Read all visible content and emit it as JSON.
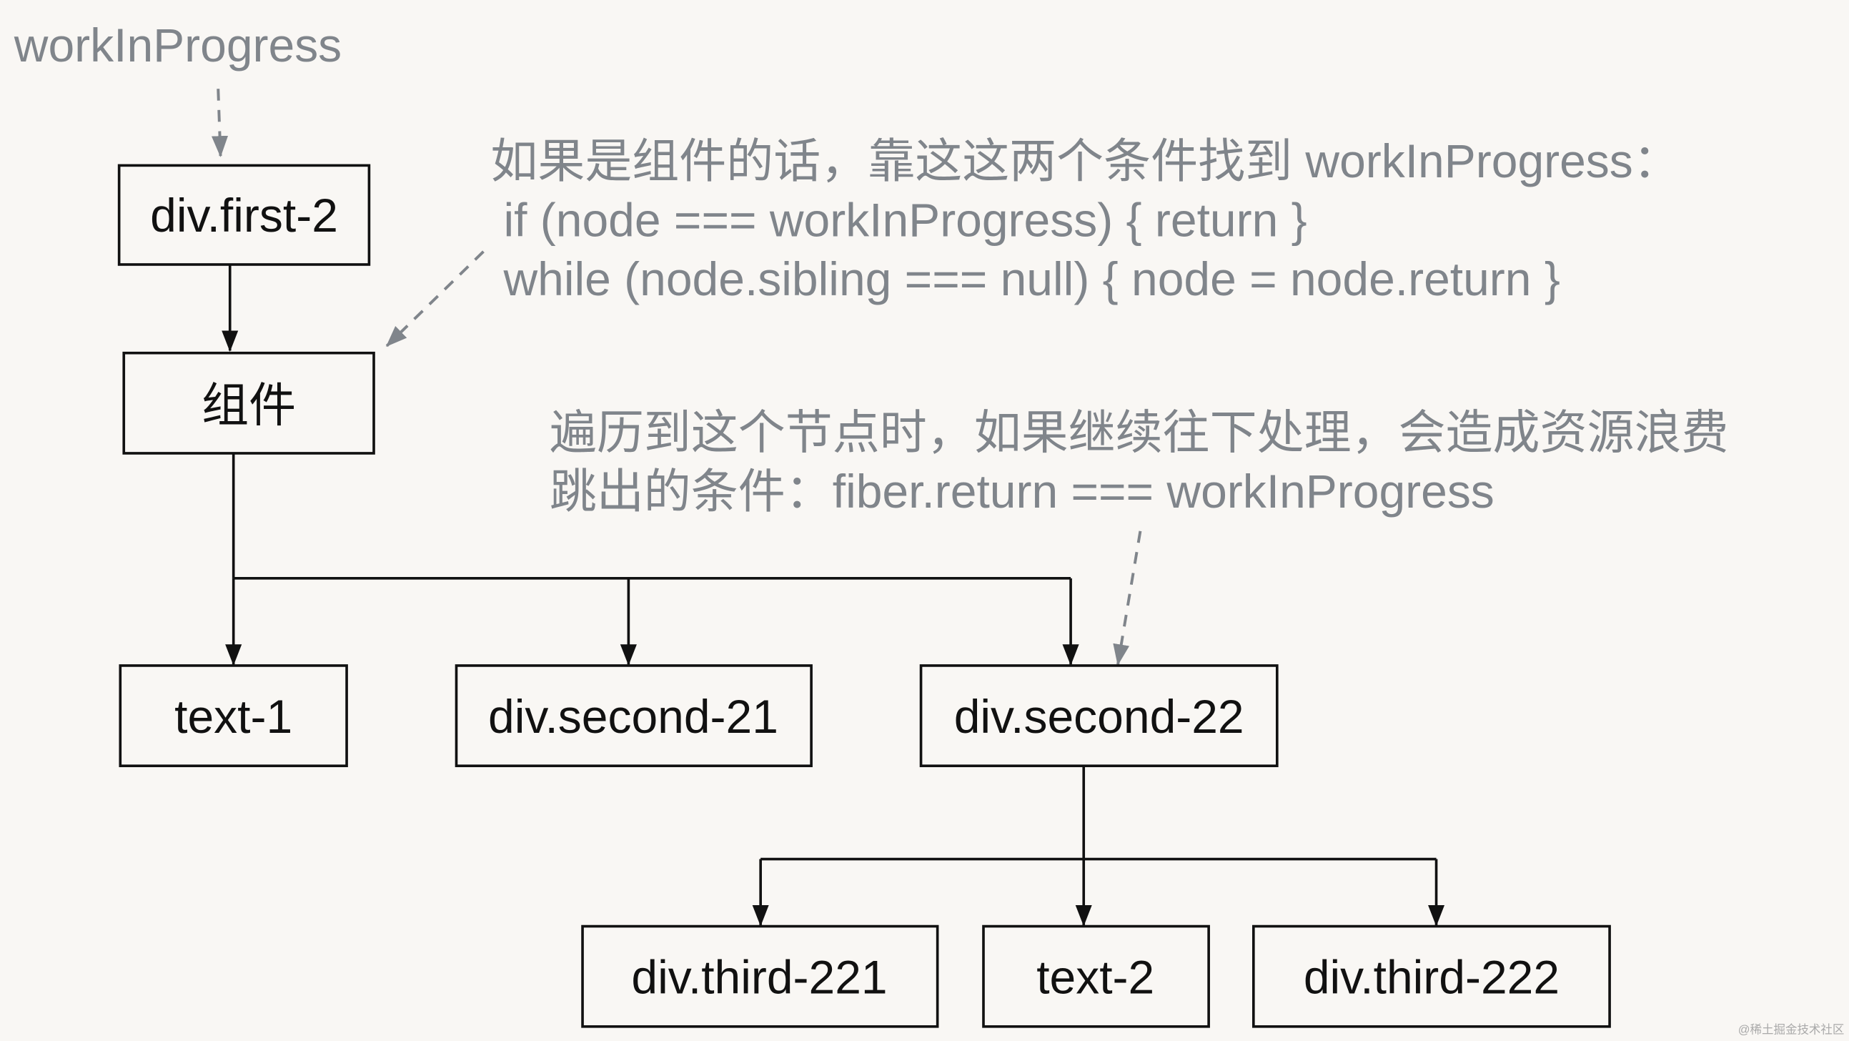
{
  "pointer_label": "workInProgress",
  "annotations": {
    "component": {
      "line1": "如果是组件的话，靠这这两个条件找到 workInProgress：",
      "line2": "if (node === workInProgress) { return }",
      "line3": "while (node.sibling === null) { node = node.return }"
    },
    "traversal": {
      "line1": "遍历到这个节点时，如果继续往下处理，会造成资源浪费",
      "line2": "跳出的条件：fiber.return === workInProgress"
    }
  },
  "nodes": {
    "first": "div.first-2",
    "component": "组件",
    "text1": "text-1",
    "second21": "div.second-21",
    "second22": "div.second-22",
    "third221": "div.third-221",
    "text2": "text-2",
    "third222": "div.third-222"
  },
  "watermark": "@稀土掘金技术社区",
  "colors": {
    "background": "#f9f7f4",
    "annotation": "#80858b",
    "node": "#111111"
  }
}
